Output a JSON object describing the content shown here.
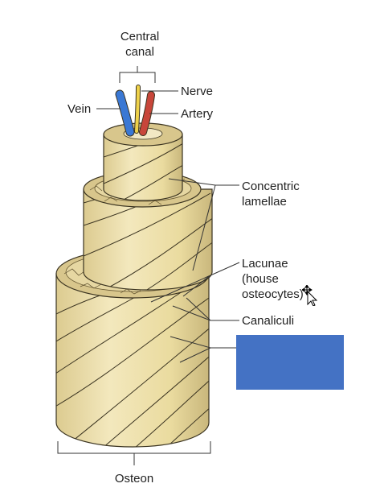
{
  "labels": {
    "central_canal_line1": "Central",
    "central_canal_line2": "canal",
    "nerve": "Nerve",
    "vein": "Vein",
    "artery": "Artery",
    "concentric_line1": "Concentric",
    "concentric_line2": "lamellae",
    "lacunae_line1": "Lacunae",
    "lacunae_line2": "(house",
    "lacunae_line3": "osteocytes)",
    "canaliculi": "Canaliculi",
    "osteon": "Osteon"
  },
  "answer_box": {
    "text": "",
    "color": "#4472c4"
  },
  "colors": {
    "bone": "#efe2b0",
    "bone_shade": "#d9c88e",
    "bone_dark": "#b7a36b",
    "line": "#3a3320",
    "vein": "#3a78d4",
    "nerve": "#efd24a",
    "artery": "#c8463a"
  },
  "icons": {
    "cursor": "move-cursor-icon"
  }
}
